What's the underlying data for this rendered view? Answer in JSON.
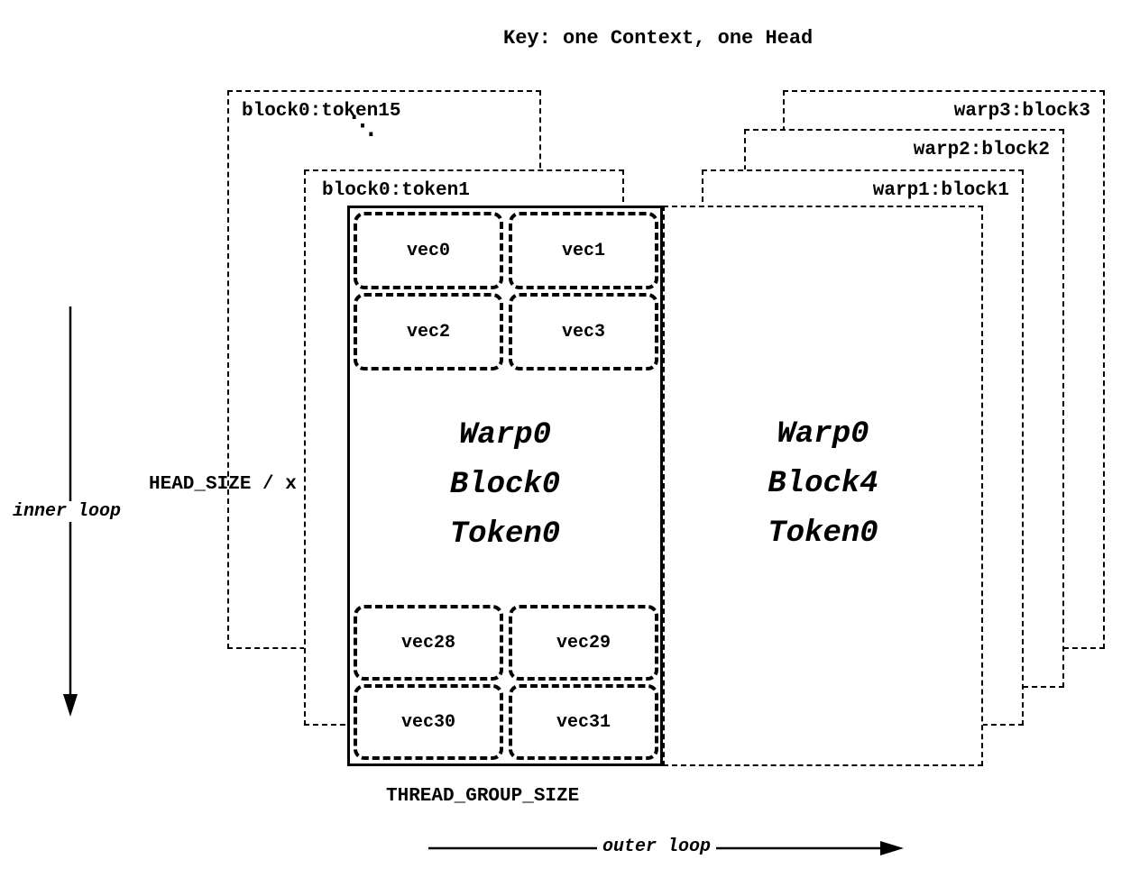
{
  "title": "Key: one Context, one Head",
  "key_boxes": {
    "block0_token15": "block0:token15",
    "block0_token1": "block0:token1",
    "warp1_block1": "warp1:block1",
    "warp2_block2": "warp2:block2",
    "warp3_block3": "warp3:block3",
    "ellipsis": "⋱"
  },
  "warp0_block0": {
    "vec_top": [
      "vec0",
      "vec1",
      "vec2",
      "vec3"
    ],
    "vec_bottom": [
      "vec28",
      "vec29",
      "vec30",
      "vec31"
    ],
    "lines": [
      "Warp0",
      "Block0",
      "Token0"
    ]
  },
  "warp0_block4": {
    "lines": [
      "Warp0",
      "Block4",
      "Token0"
    ]
  },
  "annotations": {
    "head_size": "HEAD_SIZE / x",
    "inner_loop": "inner loop",
    "thread_group_size": "THREAD_GROUP_SIZE",
    "outer_loop": "outer loop"
  }
}
